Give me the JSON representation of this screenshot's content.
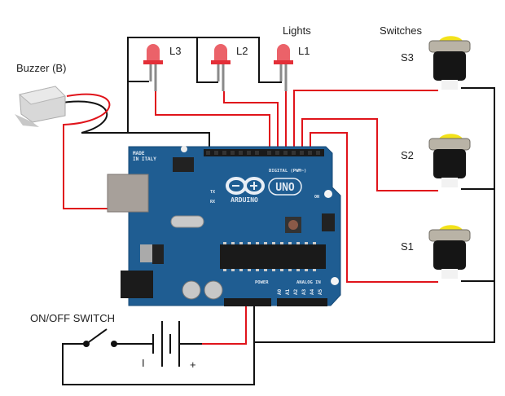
{
  "title_labels": {
    "lights": "Lights",
    "switches": "Switches",
    "buzzer": "Buzzer (B)",
    "onoff": "ON/OFF SWITCH"
  },
  "leds": [
    {
      "id": "L3",
      "label": "L3"
    },
    {
      "id": "L2",
      "label": "L2"
    },
    {
      "id": "L1",
      "label": "L1"
    }
  ],
  "switches": [
    {
      "id": "S3",
      "label": "S3"
    },
    {
      "id": "S2",
      "label": "S2"
    },
    {
      "id": "S1",
      "label": "S1"
    }
  ],
  "battery": {
    "minus": "I",
    "plus": "+"
  },
  "board": {
    "made_in": "MADE",
    "made_in2": "IN ITALY",
    "brand": "ARDUINO",
    "model": "UNO",
    "digital": "DIGITAL (PWM~)",
    "power": "POWER",
    "analog": "ANALOG IN",
    "analog_pins": [
      "A0",
      "A1",
      "A2",
      "A3",
      "A4",
      "A5"
    ],
    "tx": "TX",
    "rx": "RX",
    "on": "ON"
  },
  "colors": {
    "wire_red": "#e0141b",
    "wire_black": "#111111",
    "pcb_blue": "#1f5d92",
    "led_red": "#e8474f",
    "button_yellow": "#f3e21a"
  }
}
